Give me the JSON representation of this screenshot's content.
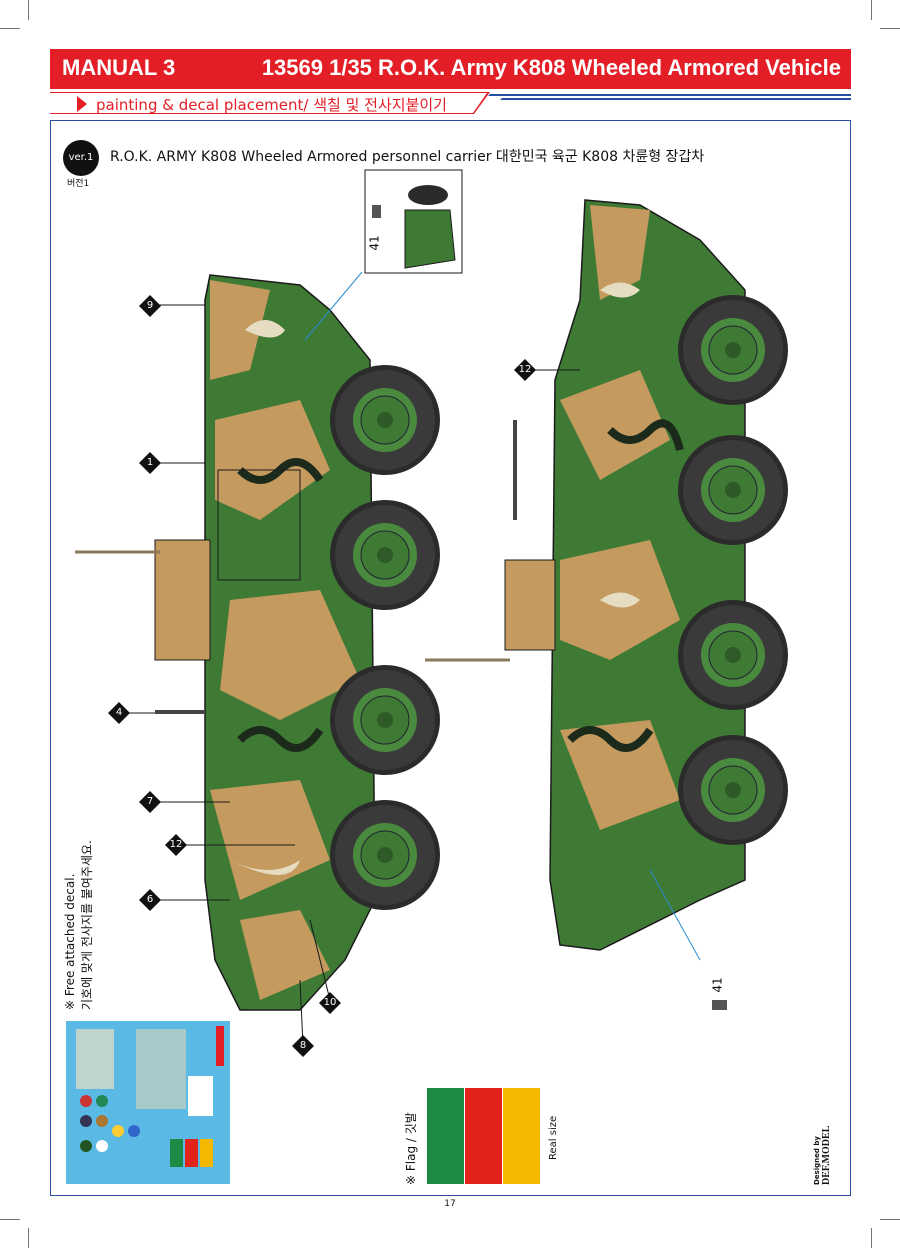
{
  "header": {
    "manual": "MANUAL 3",
    "product": "13569 1/35 R.O.K. Army K808 Wheeled Armored Vehicle",
    "subtitle": "painting & decal placement/ 색칠 및 전사지붙이기"
  },
  "version": {
    "badge": "ver.1",
    "label_kr": "버전1",
    "title": "R.O.K. ARMY K808 Wheeled Armored personnel carrier  대한민국 육군 K808  차륜형 장갑차"
  },
  "notes": {
    "free_decal_en": "※ Free attached decal.",
    "free_decal_kr": "기호에 맞게 전사지를 붙여주세요."
  },
  "flag": {
    "label": "※ Flag / 깃발",
    "real_size": "Real size",
    "colors": [
      "#1e8a46",
      "#e2231a",
      "#f5b800"
    ]
  },
  "callouts_left": [
    "9",
    "1",
    "4",
    "7",
    "12",
    "6",
    "10",
    "8"
  ],
  "callouts_right": [
    "12"
  ],
  "inset_callout_top": "41",
  "inset_callout_bottom": "41",
  "credit": {
    "designed_by": "Designed by",
    "brand": "DEF.MODEL"
  },
  "page_number": "17",
  "colors": {
    "accent": "#e41e26",
    "frame": "#2a4fa0",
    "camo_green": "#3f7a35",
    "camo_tan": "#c49a5f",
    "camo_dark": "#1b2a1b",
    "camo_light": "#e6dcc1"
  }
}
